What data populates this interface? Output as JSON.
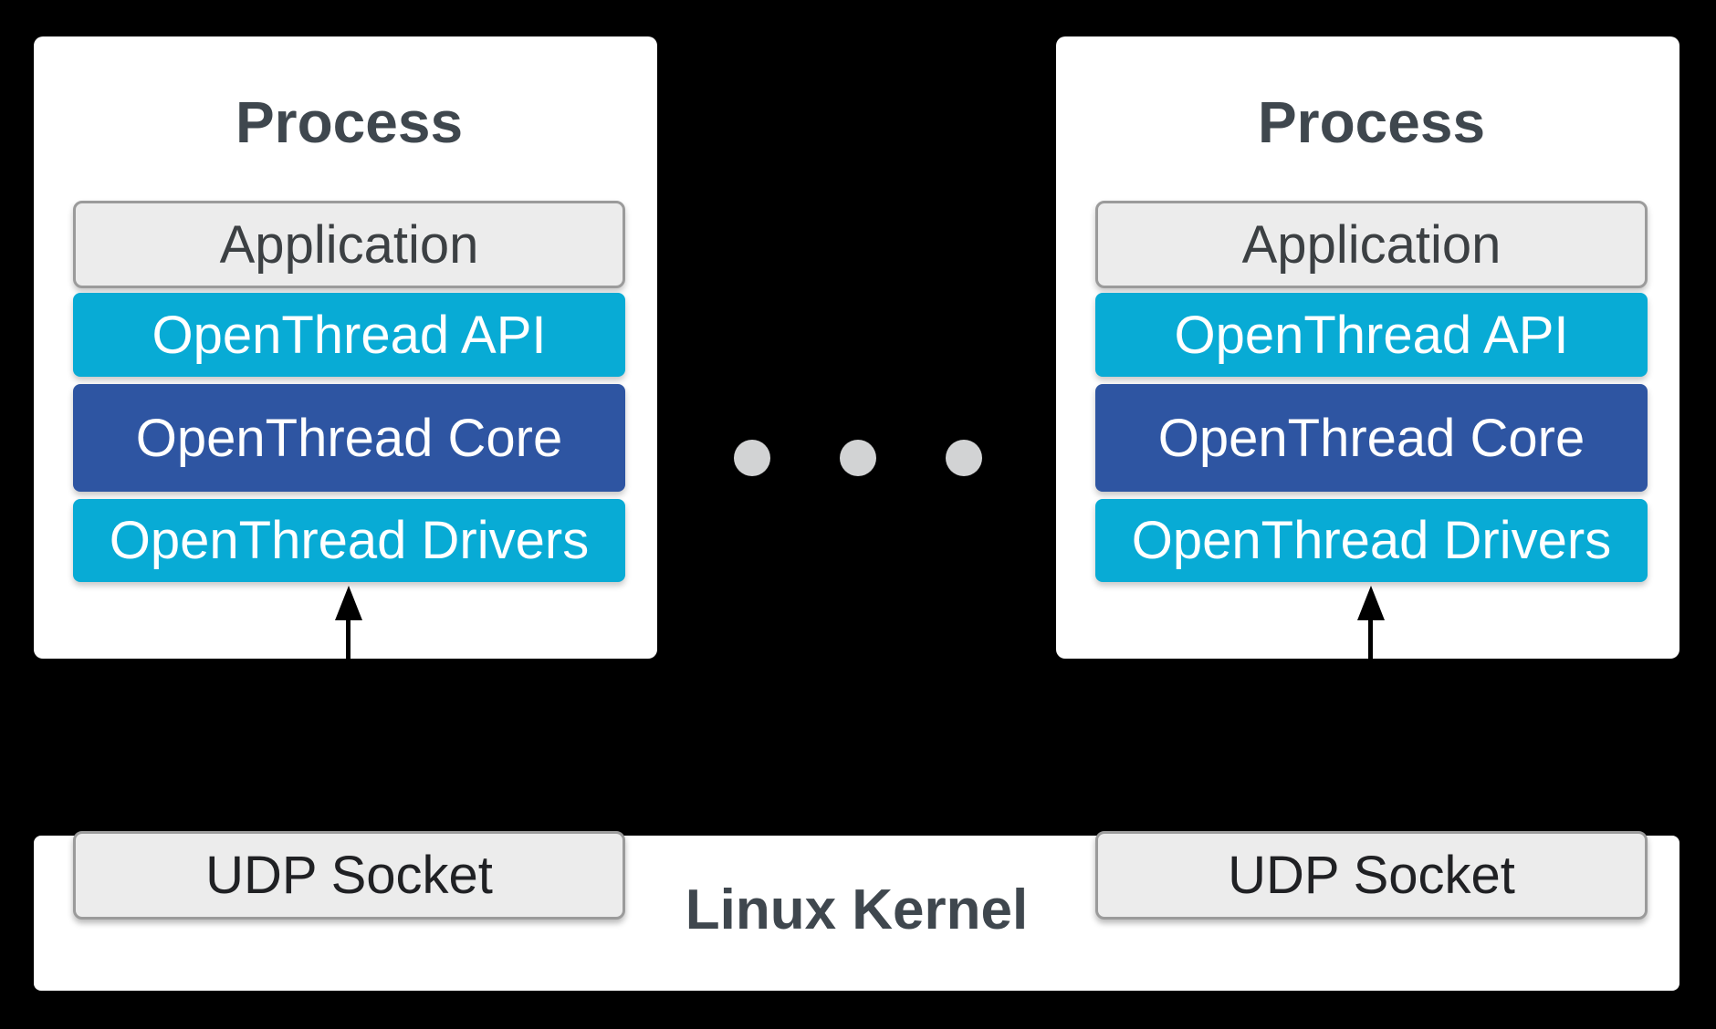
{
  "diagram": {
    "processes": [
      {
        "title": "Process",
        "layers": [
          {
            "label": "Application"
          },
          {
            "label": "OpenThread API"
          },
          {
            "label": "OpenThread Core"
          },
          {
            "label": "OpenThread Drivers"
          }
        ]
      },
      {
        "title": "Process",
        "layers": [
          {
            "label": "Application"
          },
          {
            "label": "OpenThread API"
          },
          {
            "label": "OpenThread Core"
          },
          {
            "label": "OpenThread Drivers"
          }
        ]
      }
    ],
    "kernel": {
      "title": "Linux Kernel",
      "sockets": [
        {
          "label": "UDP Socket"
        },
        {
          "label": "UDP Socket"
        }
      ]
    },
    "colors": {
      "background": "#000000",
      "panel_white": "#ffffff",
      "layer_cyan": "#08abd5",
      "layer_blue": "#2e55a2",
      "box_light_gray": "#ececec",
      "box_border_gray": "#9b9b9b",
      "dot_gray": "#d2d3d4",
      "title_text": "#3f474e",
      "application_text": "#3c4043",
      "udp_text": "#202124",
      "layer_text": "#ffffff",
      "arrow_black": "#000000"
    }
  }
}
